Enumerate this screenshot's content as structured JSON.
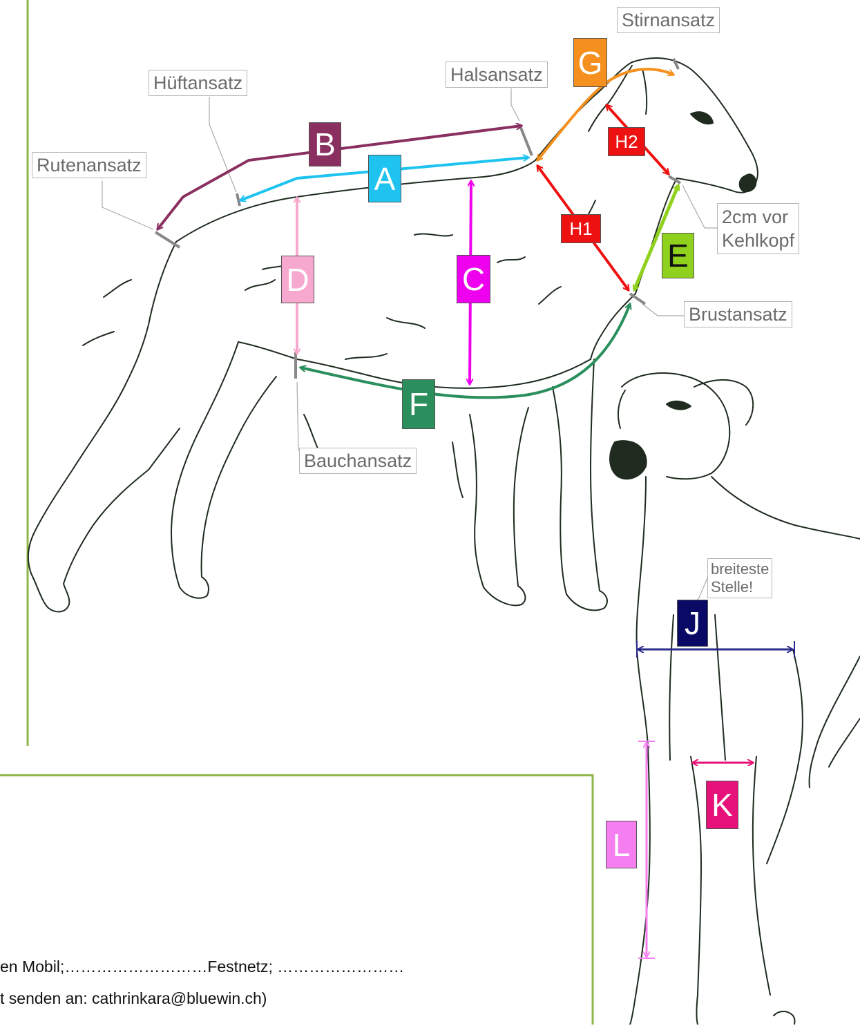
{
  "callouts": {
    "stirnansatz": "Stirnansatz",
    "halsansatz": "Halsansatz",
    "hueftansatz": "Hüftansatz",
    "rutenansatz": "Rutenansatz",
    "kehlkopf_line1": "2cm vor",
    "kehlkopf_line2": "Kehlkopf",
    "brustansatz": "Brustansatz",
    "bauchansatz": "Bauchansatz",
    "breiteste_line1": "breiteste",
    "breiteste_line2": "Stelle!"
  },
  "measures": [
    {
      "id": "A",
      "label": "A",
      "color": "#1ec3f0"
    },
    {
      "id": "B",
      "label": "B",
      "color": "#8a3060"
    },
    {
      "id": "C",
      "label": "C",
      "color": "#ee00ee"
    },
    {
      "id": "D",
      "label": "D",
      "color": "#f7a8cf"
    },
    {
      "id": "E",
      "label": "E",
      "color": "#8fd11d"
    },
    {
      "id": "F",
      "label": "F",
      "color": "#2a8f5c"
    },
    {
      "id": "G",
      "label": "G",
      "color": "#f5901e"
    },
    {
      "id": "H1",
      "label": "H1",
      "color": "#ee1111"
    },
    {
      "id": "H2",
      "label": "H2",
      "color": "#ee1111"
    },
    {
      "id": "J",
      "label": "J",
      "color": "#0a0a66"
    },
    {
      "id": "K",
      "label": "K",
      "color": "#e6127a"
    },
    {
      "id": "L",
      "label": "L",
      "color": "#f57ef0"
    }
  ],
  "form": {
    "line_phone": "en Mobil;………………………Festnetz; ……………………",
    "line_email": "t senden an: cathrinkara@bluewin.ch)"
  },
  "colors": {
    "frame": "#8db54a",
    "outline": "#1e2b1e",
    "callout_border": "#b5b5b5"
  }
}
